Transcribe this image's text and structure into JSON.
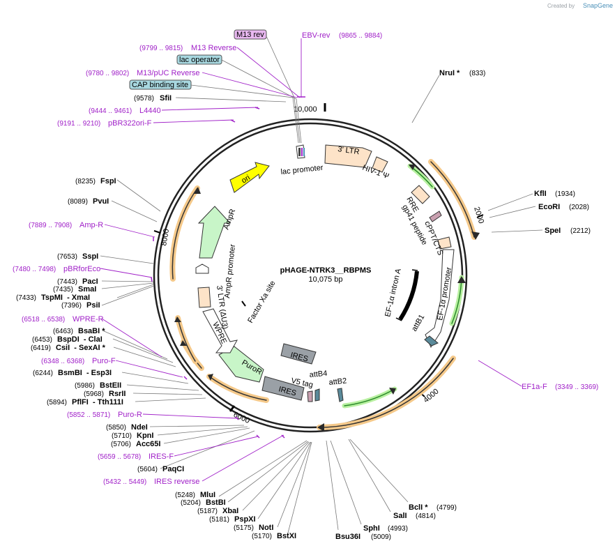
{
  "credit": {
    "created_by": "Created by",
    "brand": "SnapGene"
  },
  "center": {
    "name": "pHAGE-NTRK3__RBPMS",
    "length": "10,075 bp"
  },
  "ruler": {
    "ticks": [
      "2000",
      "4000",
      "6000",
      "8000",
      "10,000"
    ]
  },
  "features": [
    {
      "name": "3' LTR",
      "color": "#fde3c8"
    },
    {
      "name": "HIV-1 Ψ",
      "color": "#fde3c8"
    },
    {
      "name": "RRE",
      "color": "#fde3c8"
    },
    {
      "name": "gp41 peptide",
      "color": "#c9a0b0"
    },
    {
      "name": "cPPT/CTS",
      "color": "#fde3c8"
    },
    {
      "name": "EF-1α promoter",
      "color": "#ffffff"
    },
    {
      "name": "EF-1α intron A",
      "color": "#000000"
    },
    {
      "name": "attB1",
      "color": "#5a8a9a"
    },
    {
      "name": "attB2",
      "color": "#5a8a9a"
    },
    {
      "name": "attB4",
      "color": "#5a8a9a"
    },
    {
      "name": "V5 tag",
      "color": "#c9a0b0"
    },
    {
      "name": "IRES",
      "color": "#9aa0a6"
    },
    {
      "name": "IRES",
      "color": "#9aa0a6"
    },
    {
      "name": "PuroR",
      "color": "#c8f5c8"
    },
    {
      "name": "WPRE",
      "color": "#ffffff"
    },
    {
      "name": "3' LTR (ΔU3)",
      "color": "#fde3c8"
    },
    {
      "name": "Factor Xa site",
      "color": "#000000"
    },
    {
      "name": "AmpR promoter",
      "color": "#ffffff"
    },
    {
      "name": "AmpR",
      "color": "#c8f5c8"
    },
    {
      "name": "ori",
      "color": "#ffff00"
    },
    {
      "name": "lac promoter",
      "color": "#ffffff"
    }
  ],
  "boxed_labels": [
    {
      "text": "M13 rev",
      "color": "#e8b8f0"
    },
    {
      "text": "lac operator",
      "color": "#a8d8e0"
    },
    {
      "text": "CAP binding site",
      "color": "#a8d8e0"
    }
  ],
  "primers": [
    {
      "name": "EBV-rev",
      "range": "(9865 .. 9884)"
    },
    {
      "name": "M13 Reverse",
      "range": "(9799 .. 9815)"
    },
    {
      "name": "M13/pUC Reverse",
      "range": "(9780 .. 9802)"
    },
    {
      "name": "L4440",
      "range": "(9444 .. 9461)"
    },
    {
      "name": "pBR322ori-F",
      "range": "(9191 .. 9210)"
    },
    {
      "name": "Amp-R",
      "range": "(7889 .. 7908)"
    },
    {
      "name": "pBRforEco",
      "range": "(7480 .. 7498)"
    },
    {
      "name": "WPRE-R",
      "range": "(6518 .. 6538)"
    },
    {
      "name": "Puro-F",
      "range": "(6348 .. 6368)"
    },
    {
      "name": "Puro-R",
      "range": "(5852 .. 5871)"
    },
    {
      "name": "IRES-F",
      "range": "(5659 .. 5678)"
    },
    {
      "name": "IRES reverse",
      "range": "(5432 .. 5449)"
    },
    {
      "name": "EF1a-F",
      "range": "(3349 .. 3369)"
    }
  ],
  "enzymes_left": [
    {
      "pos": "(9578)",
      "name": "SfiI"
    },
    {
      "pos": "(8235)",
      "name": "FspI"
    },
    {
      "pos": "(8089)",
      "name": "PvuI"
    },
    {
      "pos": "(7653)",
      "name": "SspI"
    },
    {
      "pos": "(7443)",
      "name": "PacI"
    },
    {
      "pos": "(7435)",
      "name": "SmaI"
    },
    {
      "pos": "(7433)",
      "name": "TspMI  - XmaI"
    },
    {
      "pos": "(7396)",
      "name": "PsiI"
    },
    {
      "pos": "(6463)",
      "name": "BsaBI *"
    },
    {
      "pos": "(6453)",
      "name": "BspDI  - ClaI"
    },
    {
      "pos": "(6419)",
      "name": "CsiI  - SexAI *"
    },
    {
      "pos": "(6244)",
      "name": "BsmBI  - Esp3I"
    },
    {
      "pos": "(5986)",
      "name": "BstEII"
    },
    {
      "pos": "(5968)",
      "name": "RsrII"
    },
    {
      "pos": "(5894)",
      "name": "PflFI  - Tth111I"
    },
    {
      "pos": "(5850)",
      "name": "NdeI"
    },
    {
      "pos": "(5710)",
      "name": "KpnI"
    },
    {
      "pos": "(5706)",
      "name": "Acc65I"
    },
    {
      "pos": "(5604)",
      "name": "PaqCI"
    }
  ],
  "enzymes_right": [
    {
      "name": "NruI *",
      "pos": "(833)"
    },
    {
      "name": "KflI",
      "pos": "(1934)"
    },
    {
      "name": "EcoRI",
      "pos": "(2028)"
    },
    {
      "name": "SpeI",
      "pos": "(2212)"
    },
    {
      "name": "BclI *",
      "pos": "(4799)"
    },
    {
      "name": "SalI",
      "pos": "(4814)"
    },
    {
      "name": "SphI",
      "pos": "(4993)"
    },
    {
      "name": "Bsu36I",
      "pos": "(5009)"
    }
  ],
  "enzymes_bottom": [
    {
      "pos": "(5248)",
      "name": "MluI"
    },
    {
      "pos": "(5204)",
      "name": "BstBI"
    },
    {
      "pos": "(5187)",
      "name": "XbaI"
    },
    {
      "pos": "(5181)",
      "name": "PspXI"
    },
    {
      "pos": "(5175)",
      "name": "NotI"
    },
    {
      "pos": "(5170)",
      "name": "BstXI"
    }
  ]
}
